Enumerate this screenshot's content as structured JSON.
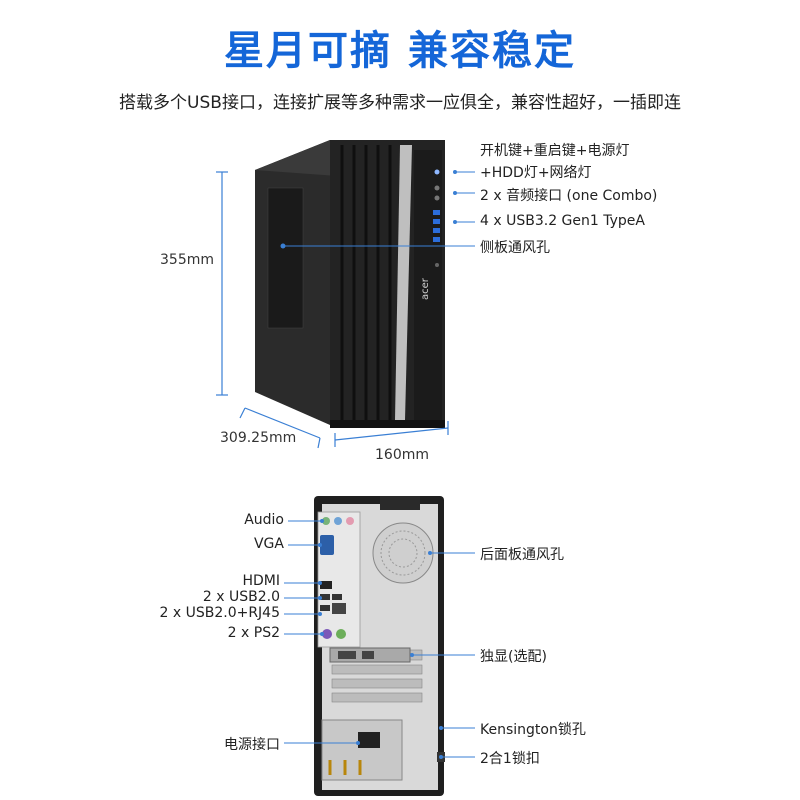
{
  "title": "星月可摘 兼容稳定",
  "subtitle": "搭载多个USB接口，连接扩展等多种需求一应俱全，兼容性超好，一插即连",
  "front": {
    "brand": "acer",
    "dimensions": {
      "height": "355mm",
      "depth": "309.25mm",
      "width": "160mm"
    },
    "callouts": [
      "开机键+重启键+电源灯",
      "+HDD灯+网络灯",
      "2 x 音频接口 (one Combo)",
      "4 x USB3.2 Gen1 TypeA",
      "侧板通风孔"
    ]
  },
  "rear": {
    "left_callouts": [
      "Audio",
      "VGA",
      "HDMI",
      "2 x USB2.0",
      "2 x USB2.0+RJ45",
      "2 x PS2",
      "电源接口"
    ],
    "right_callouts": [
      "后面板通风孔",
      "独显(选配)",
      "Kensington锁孔",
      "2合1锁扣"
    ]
  },
  "colors": {
    "title_blue": "#1466d8",
    "chassis": "#1f1f1f",
    "leader": "#3a7fd4",
    "dim_line": "#3a7fd4"
  }
}
